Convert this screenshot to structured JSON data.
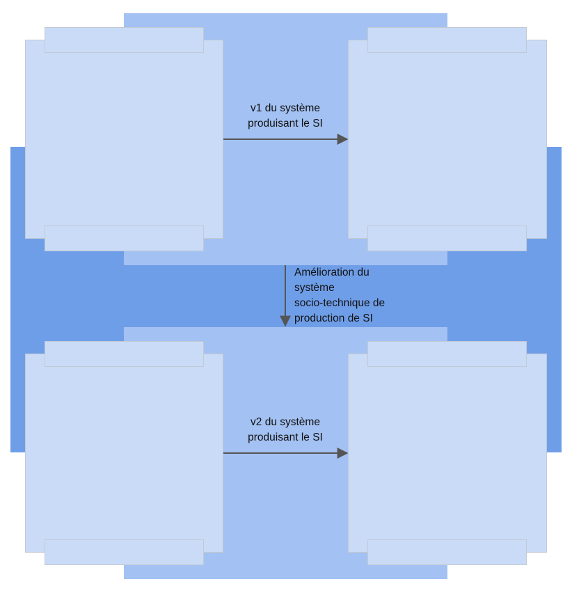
{
  "diagram": {
    "top_flow_label": "v1 du système\nproduisant le SI",
    "vertical_label": "Amélioration du\nsystème\nsocio-technique de\nproduction de SI",
    "bottom_flow_label": "v2 du système\nproduisant le SI"
  },
  "colors": {
    "outer_band": "#6f9ee8",
    "inner_band": "#a3c1f2",
    "card_fill": "#c9dbf7",
    "card_border": "#c3c9d2",
    "arrow": "#555555"
  }
}
